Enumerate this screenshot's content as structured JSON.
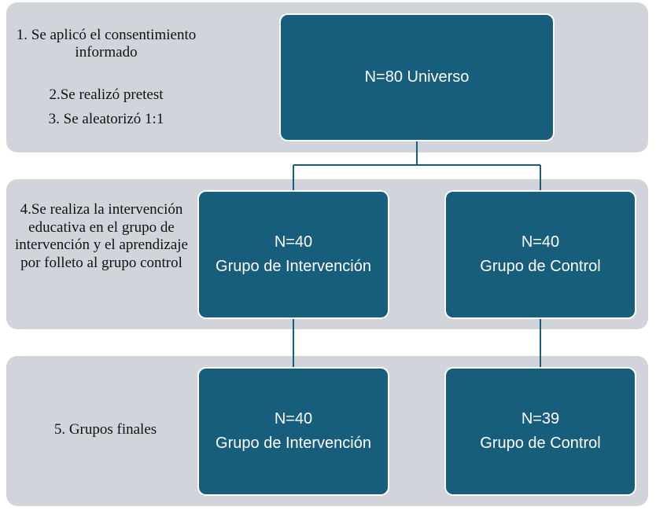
{
  "steps": {
    "step1": "1. Se aplicó el consentimiento informado",
    "step2": "2.Se realizó pretest",
    "step3": "3. Se aleatorizó 1:1",
    "step4": "4.Se realiza la intervención educativa en el grupo de intervención y  el aprendizaje por folleto al grupo control",
    "step5": "5. Grupos finales"
  },
  "nodes": {
    "universe": {
      "label": "N=80 Universo"
    },
    "intervention_initial": {
      "count": "N=40",
      "label": "Grupo de Intervención"
    },
    "control_initial": {
      "count": "N=40",
      "label": "Grupo de Control"
    },
    "intervention_final": {
      "count": "N=40",
      "label": "Grupo de Intervención"
    },
    "control_final": {
      "count": "N=39",
      "label": "Grupo de Control"
    }
  },
  "colors": {
    "node_fill": "#175e7d",
    "band_fill": "#d1d5db",
    "connector": "#175e7d"
  }
}
